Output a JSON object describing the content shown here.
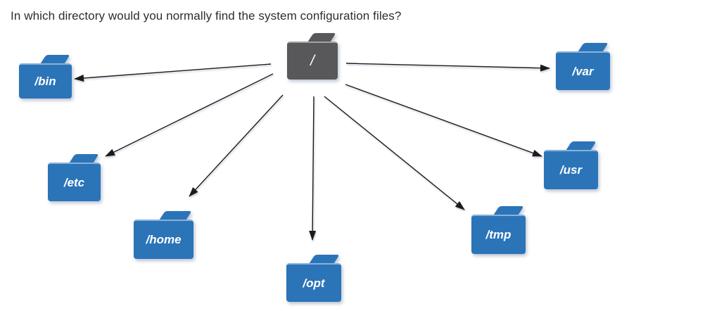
{
  "question": "In which directory would you normally find the system configuration files?",
  "diagram": {
    "type": "tree",
    "root": {
      "label": "/",
      "description": "root directory folder"
    },
    "children": [
      {
        "label": "/bin"
      },
      {
        "label": "/etc"
      },
      {
        "label": "/home"
      },
      {
        "label": "/opt"
      },
      {
        "label": "/tmp"
      },
      {
        "label": "/usr"
      },
      {
        "label": "/var"
      }
    ],
    "edges": [
      {
        "from": "/",
        "to": "/bin"
      },
      {
        "from": "/",
        "to": "/etc"
      },
      {
        "from": "/",
        "to": "/home"
      },
      {
        "from": "/",
        "to": "/opt"
      },
      {
        "from": "/",
        "to": "/tmp"
      },
      {
        "from": "/",
        "to": "/usr"
      },
      {
        "from": "/",
        "to": "/var"
      }
    ]
  },
  "colors": {
    "root_folder": "#58585a",
    "directory_folder": "#2b74b8",
    "folder_label": "#ffffff",
    "arrow": "#1b1b1b",
    "question_text": "#2d2d2d",
    "background": "#ffffff"
  }
}
